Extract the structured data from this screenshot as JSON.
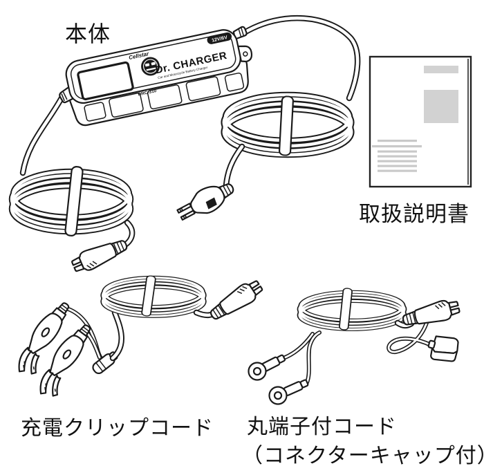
{
  "labels": {
    "main_unit": "本体",
    "manual": "取扱説明書",
    "clip_cord": "充電クリップコード",
    "ring_cord": "丸端子付コード",
    "ring_cord_note": "（コネクターキャップ付）"
  },
  "device_markings": {
    "brand": "Cellstar",
    "product": "Dr. CHARGER",
    "tagline": "Car and Motorcycle Battery Charger",
    "model": "DRC-310",
    "voltage_badge": "12V/6V"
  },
  "colors": {
    "line_art": "#1a1a1a",
    "background": "#ffffff",
    "manual_placeholder_gray": "#d2d2d2"
  }
}
